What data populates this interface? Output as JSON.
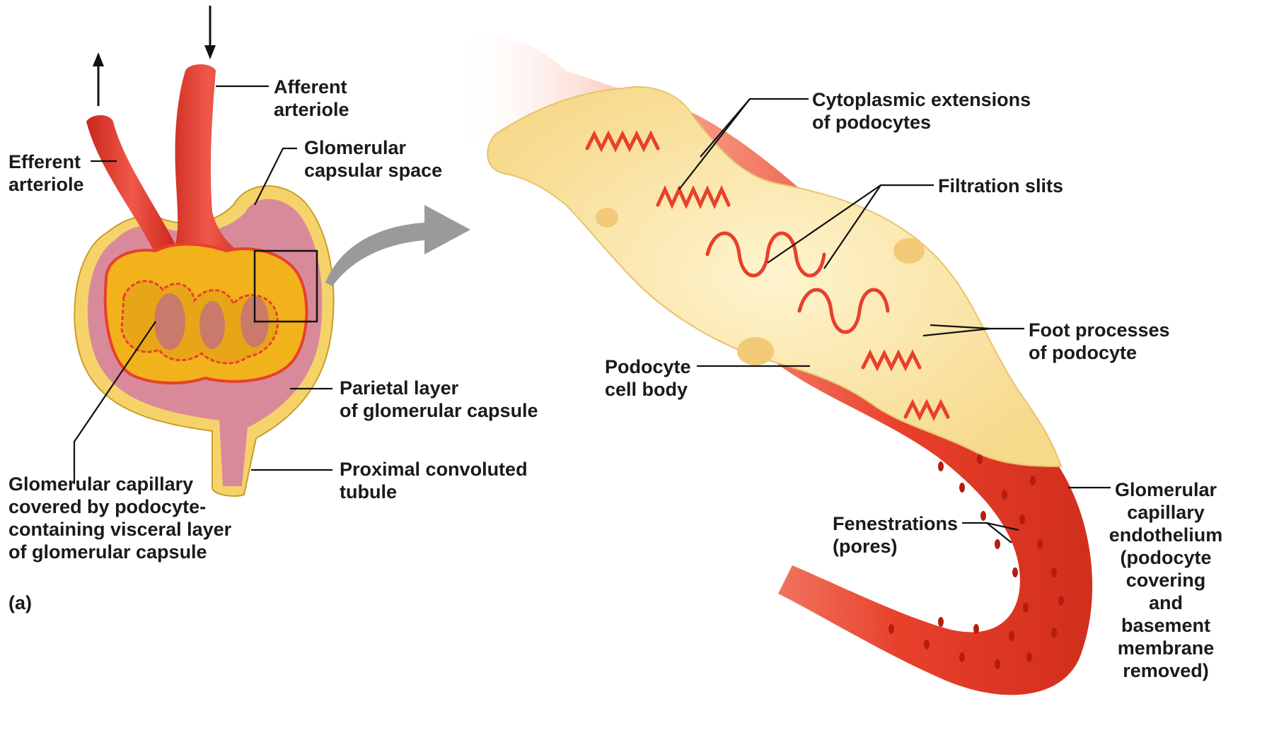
{
  "panel_label": "(a)",
  "labels": {
    "afferent_arteriole": [
      "Afferent",
      "arteriole"
    ],
    "efferent_arteriole": [
      "Efferent",
      "arteriole"
    ],
    "glomerular_capsular_space": [
      "Glomerular",
      "capsular space"
    ],
    "parietal_layer": [
      "Parietal layer",
      "of glomerular capsule"
    ],
    "proximal_convoluted_tubule": [
      "Proximal convoluted",
      "tubule"
    ],
    "glomerular_capillary_covered": [
      "Glomerular capillary",
      "covered by podocyte-",
      "containing visceral layer",
      "of glomerular capsule"
    ],
    "cytoplasmic_extensions": [
      "Cytoplasmic extensions",
      "of podocytes"
    ],
    "filtration_slits": [
      "Filtration slits"
    ],
    "podocyte_cell_body": [
      "Podocyte",
      "cell body"
    ],
    "foot_processes": [
      "Foot processes",
      "of podocyte"
    ],
    "fenestrations": [
      "Fenestrations",
      "(pores)"
    ],
    "glomerular_capillary_endothelium": [
      "Glomerular",
      "capillary",
      "endothelium",
      "(podocyte",
      "covering",
      "and",
      "basement",
      "membrane",
      "removed)"
    ]
  },
  "colors": {
    "vessel_red": "#e8402b",
    "capsule_yellow": "#f5d36a",
    "capsule_pink": "#d98a9a",
    "podocyte_cream": "#fbe6a8",
    "arrow_gray": "#9a9a9a"
  }
}
